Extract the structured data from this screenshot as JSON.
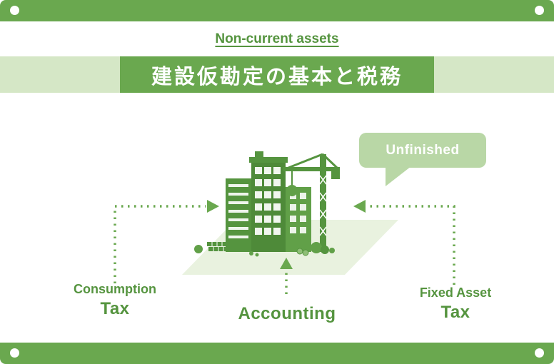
{
  "colors": {
    "primary_green": "#6aa84f",
    "dark_green": "#55943f",
    "mid_green": "#61a048",
    "band_light_green": "#d5e7c6",
    "floor_light_green": "#e9f2df",
    "bubble_green": "#b9d7a6",
    "background": "#ffffff"
  },
  "header": {
    "tagline": "Non-current assets",
    "title": "建設仮勘定の基本と税務"
  },
  "diagram": {
    "bubble_label": "Unfinished",
    "building_icon": "construction-building-with-tower-crane",
    "left_label": {
      "line1": "Consumption",
      "line2": "Tax"
    },
    "center_label": {
      "line1": "Accounting"
    },
    "right_label": {
      "line1": "Fixed Asset",
      "line2": "Tax"
    }
  }
}
